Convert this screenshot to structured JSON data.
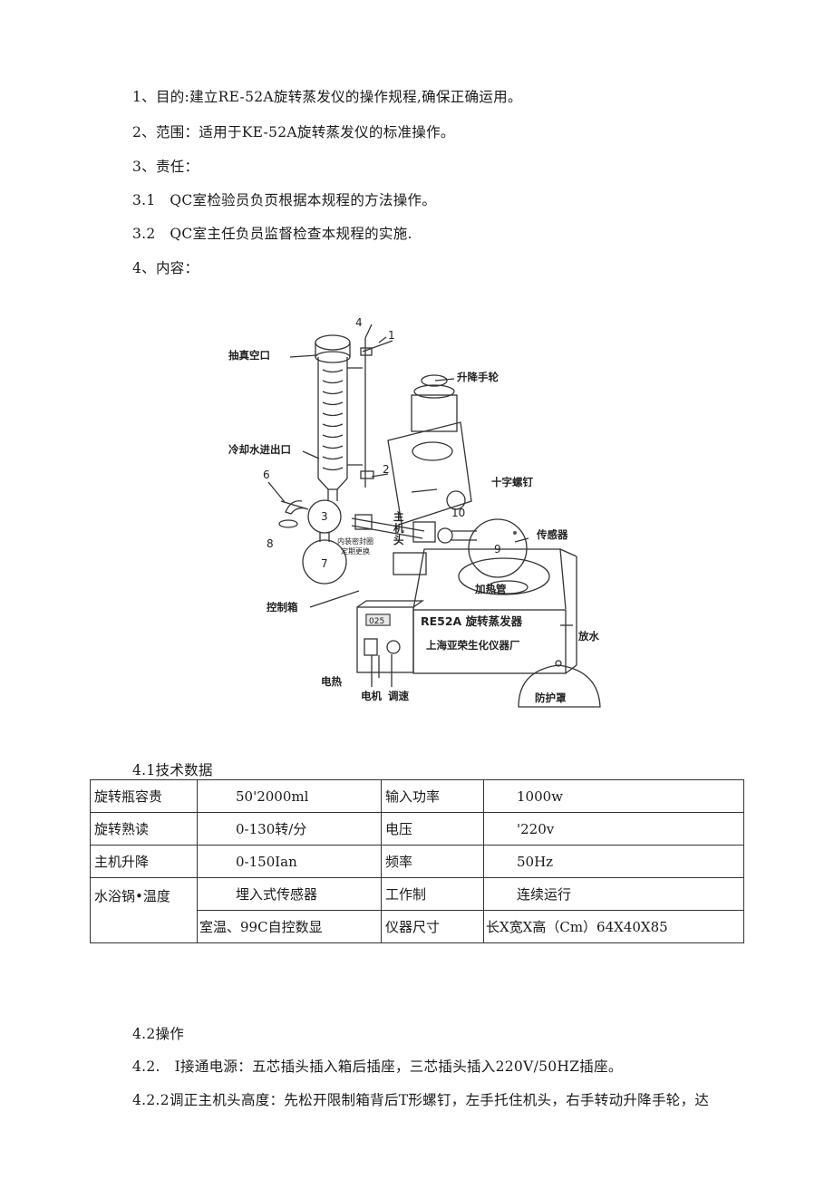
{
  "sections": {
    "s1": "1、目的:建立RE-52A旋转蒸发仪的操作规程,确保正确运用。",
    "s2": "2、范围：适用于KE-52A旋转蒸发仪的标准操作。",
    "s3": "3、责任：",
    "s31": "3.1　QC室检验员负页根据本规程的方法操作。",
    "s32": "3.2　QC室主任负员监督检查本规程的实施.",
    "s4": "4、内容："
  },
  "figure": {
    "labels": {
      "vacuum_port": "抽真空口",
      "cooling_water": "冷却水进出口",
      "lift_handwheel": "升降手轮",
      "cross_screw": "十字螺钉",
      "sensor": "传感器",
      "seal": "内装密封圈",
      "seal2": "定期更换",
      "main_head_1": "主",
      "main_head_2": "机",
      "main_head_3": "头",
      "control_box": "控制箱",
      "heater_tube": "加热管",
      "drain": "放水",
      "shield": "防护罩",
      "electric_heat": "电热",
      "motor": "电机",
      "speed": "调速",
      "model": "RE52A 旋转蒸发器",
      "maker": "上海亚荣生化仪器厂",
      "display": "025"
    },
    "numbers": {
      "n1": "1",
      "n2": "2",
      "n3": "3",
      "n4": "4",
      "n6": "6",
      "n7": "7",
      "n8": "8",
      "n9": "9",
      "n10": "10"
    }
  },
  "tech": {
    "heading": "4.1技术数据",
    "rows": [
      [
        "旋转瓶容贵",
        "50'2000ml",
        "输入功率",
        "1000w"
      ],
      [
        "旋转熟读",
        "0-130转/分",
        "电压",
        "'220v"
      ],
      [
        "主机升降",
        "0-150Ian",
        "频率",
        "50Hz"
      ]
    ],
    "bath_label": "水浴锅•温度",
    "bath_value_1": "埋入式传感器",
    "bath_value_2": "室温、99C自控数显",
    "work_label": "工作制",
    "work_value": "连续运行",
    "size_label": "仪器尺寸",
    "size_value": "长X宽X高（Cm）64X40X85"
  },
  "operation": {
    "heading": "4.2操作",
    "step1": "4.2.　I接通电源：五芯插头插入箱后插座，三芯插头插入220V/50HZ插座。",
    "step2": "4.2.2调正主机头高度：先松开限制箱背后T形螺钉，左手托住机头，右手转动升降手轮，达"
  }
}
